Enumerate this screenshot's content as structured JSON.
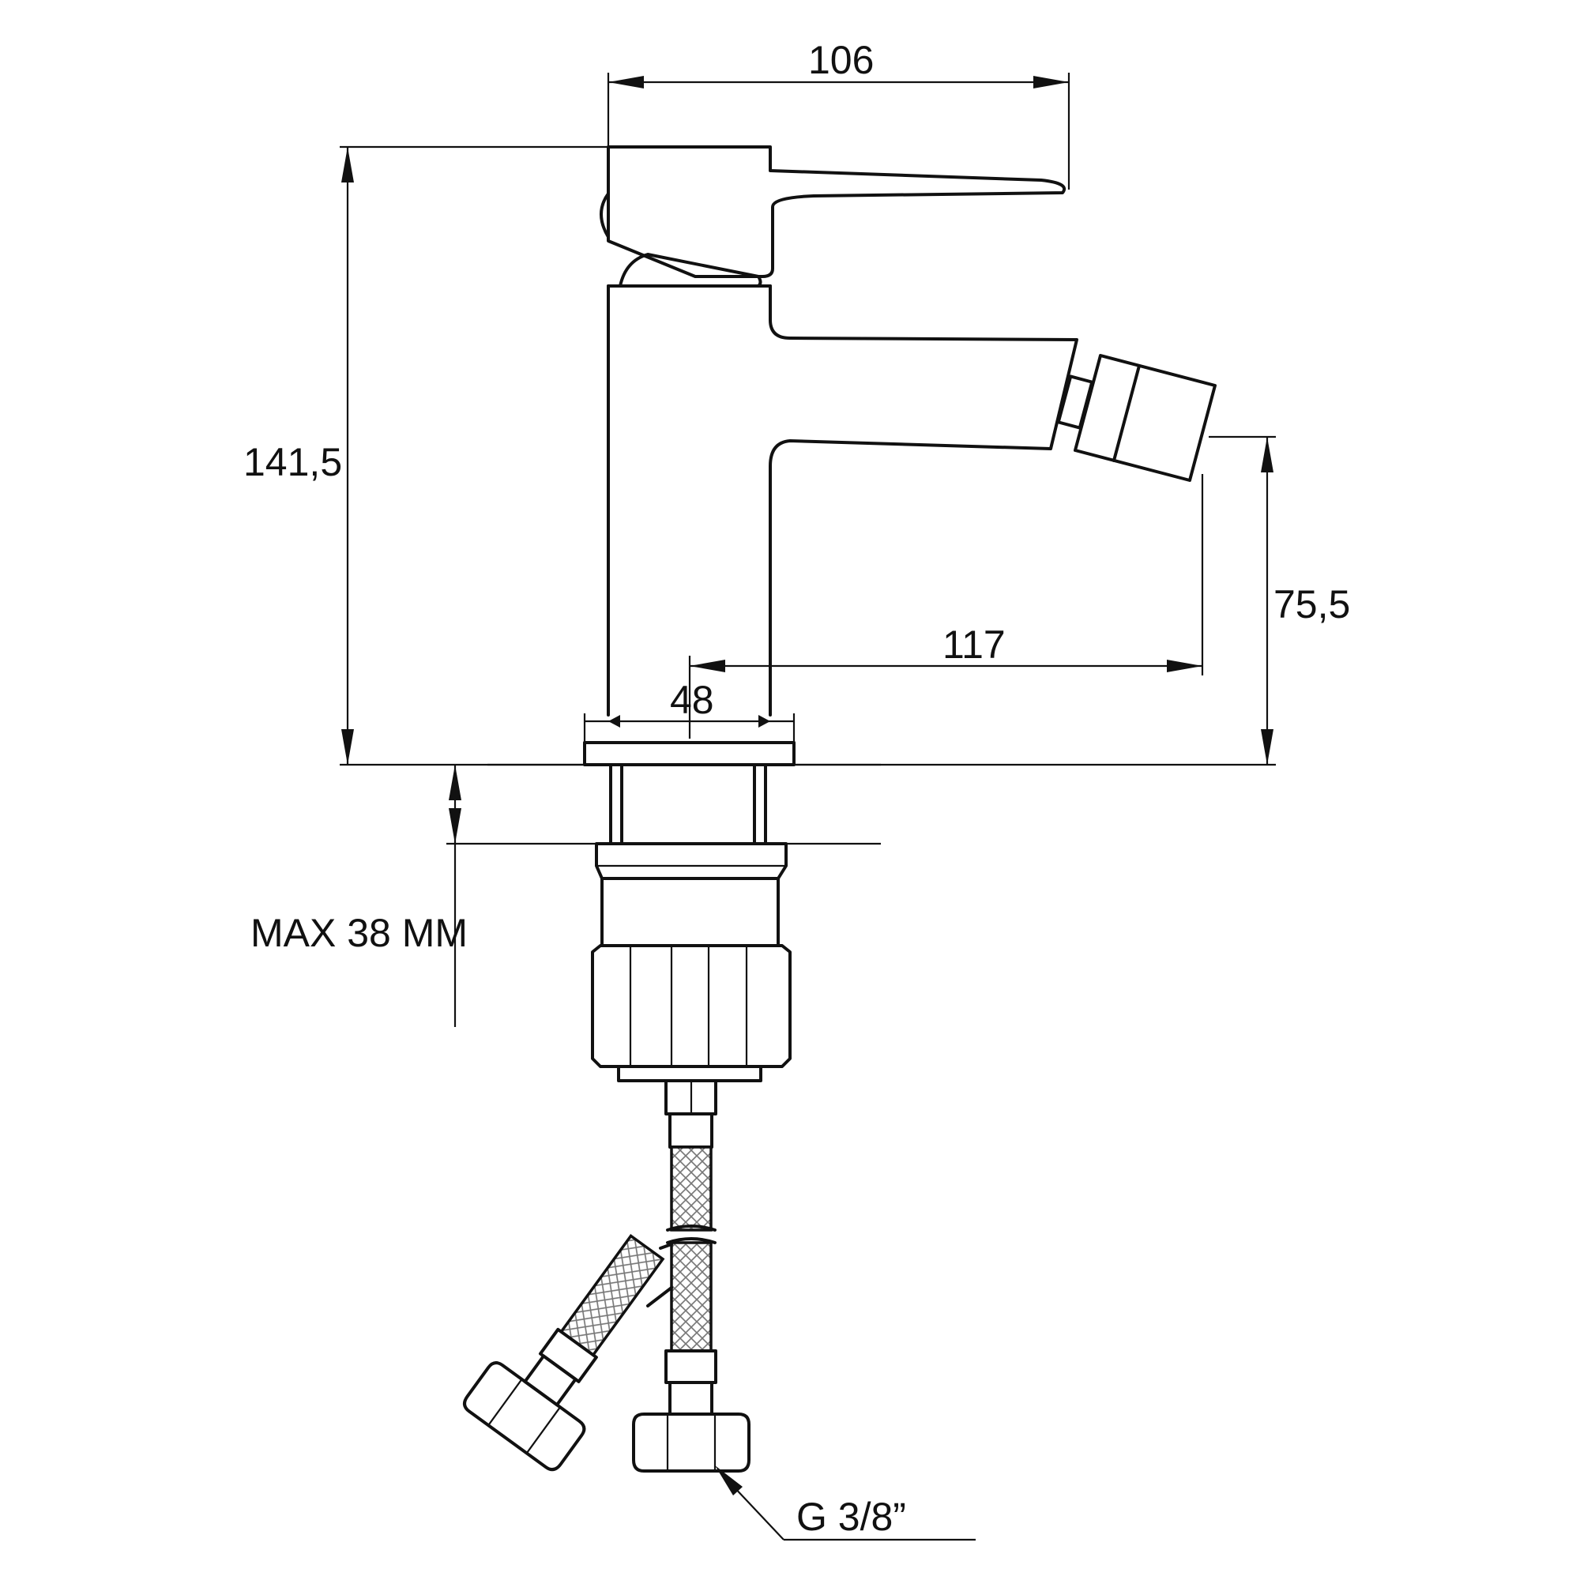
{
  "dimensions": {
    "total_length": "106",
    "total_height": "141,5",
    "spout_height": "75,5",
    "spout_reach": "117",
    "base_diameter": "48",
    "max_thickness": "MAX 38 MM",
    "thread": "G 3/8”"
  },
  "colors": {
    "line": "#111111",
    "background": "#ffffff"
  }
}
